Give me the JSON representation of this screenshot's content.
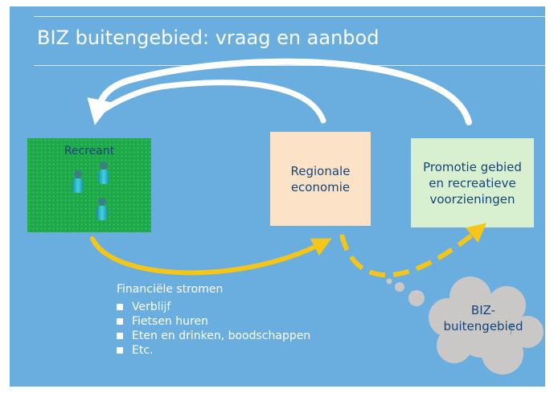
{
  "title": "BIZ buitengebied: vraag en aanbod",
  "nodes": {
    "recreant": "Recreant",
    "regionale": "Regionale\neconomie",
    "promotie": "Promotie gebied\nen recreatieve\nvoorzieningen",
    "biz": "BIZ-\nbuitengebied"
  },
  "financial": {
    "title": "Financiële stromen",
    "items": [
      "Verblijf",
      "Fietsen huren",
      "Eten en drinken, boodschappen",
      "Etc."
    ]
  },
  "colors": {
    "background": "#6aaee0",
    "recreant_box": "#1fa84a",
    "regionale_box": "#fce3c7",
    "promotie_box": "#d9f0d0",
    "cloud": "#c9c8c6",
    "flow_arrow": "#f5c518",
    "return_arrow": "#ffffff",
    "text_dark": "#15457a"
  },
  "icons": [
    "person-icon",
    "person-icon",
    "person-icon",
    "cloud-icon"
  ]
}
